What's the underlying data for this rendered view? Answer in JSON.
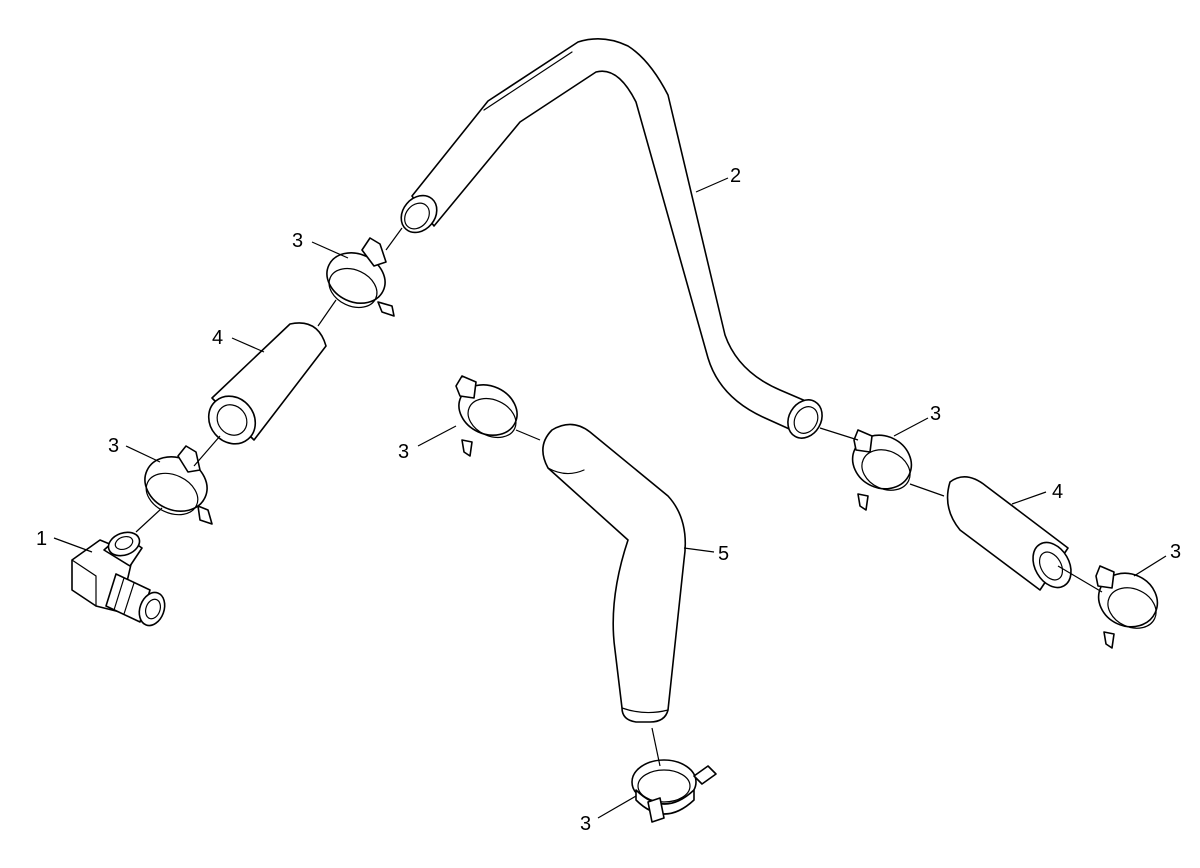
{
  "callouts": {
    "c1": "1",
    "c2": "2",
    "c3a": "3",
    "c3b": "3",
    "c3c": "3",
    "c3d": "3",
    "c3e": "3",
    "c3f": "3",
    "c4a": "4",
    "c4b": "4",
    "c5": "5"
  }
}
